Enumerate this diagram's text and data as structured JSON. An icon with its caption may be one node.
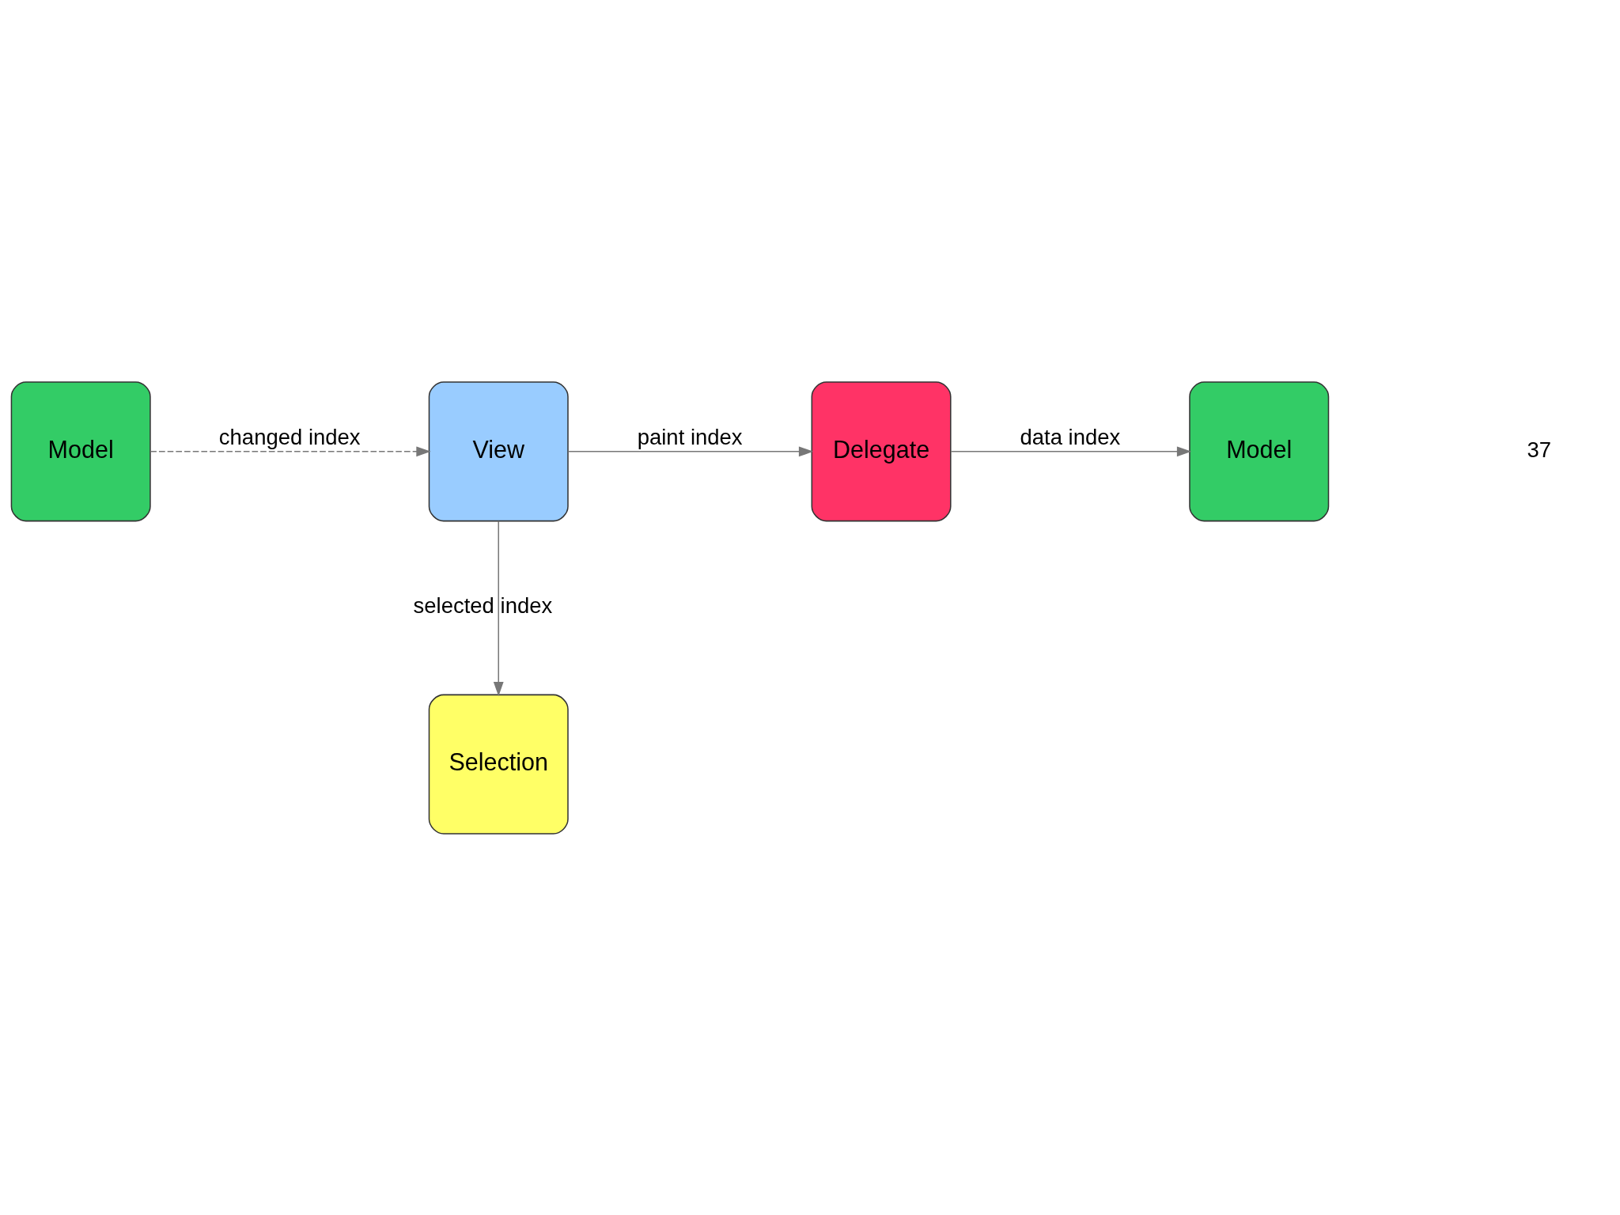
{
  "diagram": {
    "nodes": [
      {
        "text": [
          "Model"
        ]
      },
      {
        "text": [
          "View"
        ]
      },
      {
        "text": [
          "Delegate"
        ]
      },
      {
        "text": [
          "Model"
        ]
      },
      {
        "text": [
          "Selection"
        ]
      }
    ],
    "edges": [
      {
        "from": 0,
        "to": 1,
        "arrow": "to",
        "label": "changed index",
        "style": "dashed"
      },
      {
        "from": 1,
        "to": 2,
        "arrow": "to",
        "label": "paint index"
      },
      {
        "from": 2,
        "to": 3,
        "arrow": "to",
        "label": "data index"
      },
      {
        "from": 1,
        "to": 4,
        "arrow": "to",
        "label": "selected index"
      }
    ],
    "labels": [
      "37"
    ]
  }
}
